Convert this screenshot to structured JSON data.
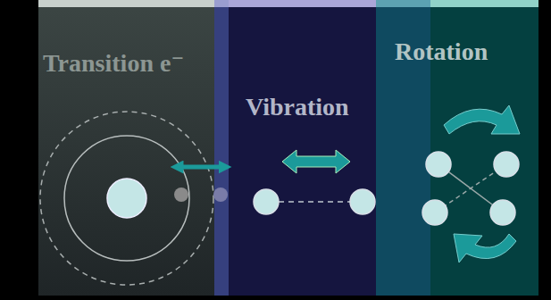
{
  "diagram": {
    "nodes": [
      {
        "text": [
          "Transition e⁻"
        ]
      },
      {
        "text": [
          "Vibration"
        ]
      },
      {
        "text": [
          "Rotation"
        ]
      }
    ]
  }
}
